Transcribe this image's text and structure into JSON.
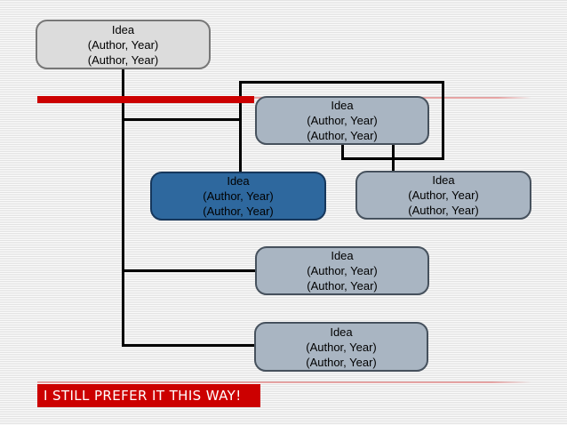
{
  "slide": {
    "nodes": [
      {
        "name": "idea-node-top",
        "variant": "gray",
        "title": "Idea",
        "cite1": "(Author, Year)",
        "cite2": "(Author, Year)"
      },
      {
        "name": "idea-node-center",
        "variant": "blue",
        "title": "Idea",
        "cite1": "(Author, Year)",
        "cite2": "(Author, Year)"
      },
      {
        "name": "idea-node-highlighted",
        "variant": "blue-dark",
        "title": "Idea",
        "cite1": "(Author, Year)",
        "cite2": "(Author, Year)"
      },
      {
        "name": "idea-node-right",
        "variant": "blue",
        "title": "Idea",
        "cite1": "(Author, Year)",
        "cite2": "(Author, Year)"
      },
      {
        "name": "idea-node-middle",
        "variant": "blue",
        "title": "Idea",
        "cite1": "(Author, Year)",
        "cite2": "(Author, Year)"
      },
      {
        "name": "idea-node-bottom",
        "variant": "blue",
        "title": "Idea",
        "cite1": "(Author, Year)",
        "cite2": "(Author, Year)"
      }
    ],
    "banner": {
      "text": "I STILL PREFER IT THIS WAY!"
    },
    "colors": {
      "accent_red": "#cc0000",
      "pink_line": "#e5a3a3",
      "line_black": "#000000",
      "node_gray": "#dcdcdc",
      "node_gray_border": "#777777",
      "node_blue": "#a9b5c2",
      "node_blue_border": "#46515d",
      "node_blue_dark": "#2e689e",
      "node_blue_dark_border": "#16375c",
      "stripe_dark": "#e2e2e2",
      "stripe_light": "#fbfbfb"
    }
  }
}
